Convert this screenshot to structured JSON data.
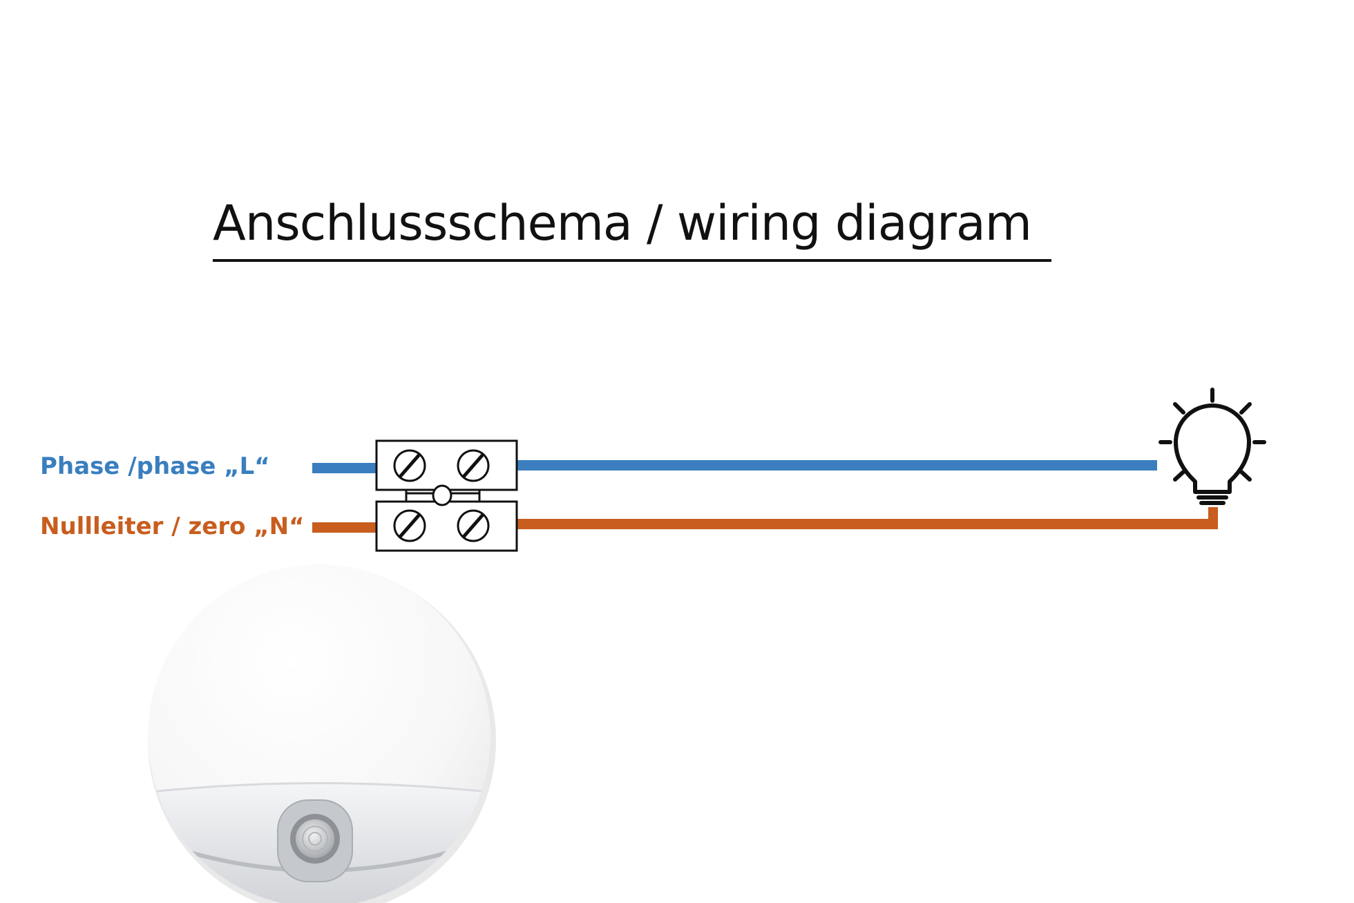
{
  "title": "Anschlussschema / wiring diagram",
  "wires": {
    "phase": {
      "label": "Phase /phase „L“",
      "color": "#3a7ebf"
    },
    "neutral": {
      "label": "Nullleiter / zero „N“",
      "color": "#c85d1e"
    }
  },
  "icons": {
    "terminal_block": "terminal-block-icon",
    "bulb": "light-bulb-icon",
    "lamp": "lamp-photo"
  }
}
